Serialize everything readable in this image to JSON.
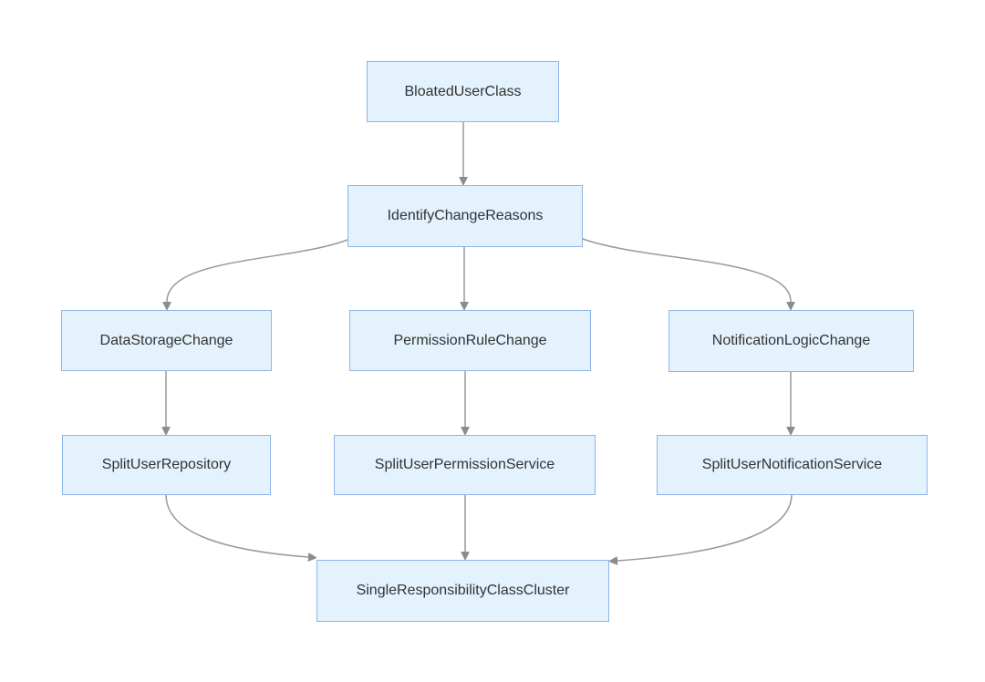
{
  "diagram": {
    "type": "flowchart",
    "direction": "top-down",
    "nodes": [
      {
        "id": "BloatedUserClass",
        "label": "BloatedUserClass"
      },
      {
        "id": "IdentifyChangeReasons",
        "label": "IdentifyChangeReasons"
      },
      {
        "id": "DataStorageChange",
        "label": "DataStorageChange"
      },
      {
        "id": "PermissionRuleChange",
        "label": "PermissionRuleChange"
      },
      {
        "id": "NotificationLogicChange",
        "label": "NotificationLogicChange"
      },
      {
        "id": "SplitUserRepository",
        "label": "SplitUserRepository"
      },
      {
        "id": "SplitUserPermissionService",
        "label": "SplitUserPermissionService"
      },
      {
        "id": "SplitUserNotificationService",
        "label": "SplitUserNotificationService"
      },
      {
        "id": "SingleResponsibilityClassCluster",
        "label": "SingleResponsibilityClassCluster"
      }
    ],
    "edges": [
      {
        "from": "BloatedUserClass",
        "to": "IdentifyChangeReasons"
      },
      {
        "from": "IdentifyChangeReasons",
        "to": "DataStorageChange"
      },
      {
        "from": "IdentifyChangeReasons",
        "to": "PermissionRuleChange"
      },
      {
        "from": "IdentifyChangeReasons",
        "to": "NotificationLogicChange"
      },
      {
        "from": "DataStorageChange",
        "to": "SplitUserRepository"
      },
      {
        "from": "PermissionRuleChange",
        "to": "SplitUserPermissionService"
      },
      {
        "from": "NotificationLogicChange",
        "to": "SplitUserNotificationService"
      },
      {
        "from": "SplitUserRepository",
        "to": "SingleResponsibilityClassCluster"
      },
      {
        "from": "SplitUserPermissionService",
        "to": "SingleResponsibilityClassCluster"
      },
      {
        "from": "SplitUserNotificationService",
        "to": "SingleResponsibilityClassCluster"
      }
    ],
    "colors": {
      "background": "#FFFFFF",
      "node_fill": "#E3F2FD",
      "node_border": "#8CB5E8",
      "edge": "#999999",
      "arrowhead": "#8C8C8C",
      "text": "#333333"
    }
  }
}
